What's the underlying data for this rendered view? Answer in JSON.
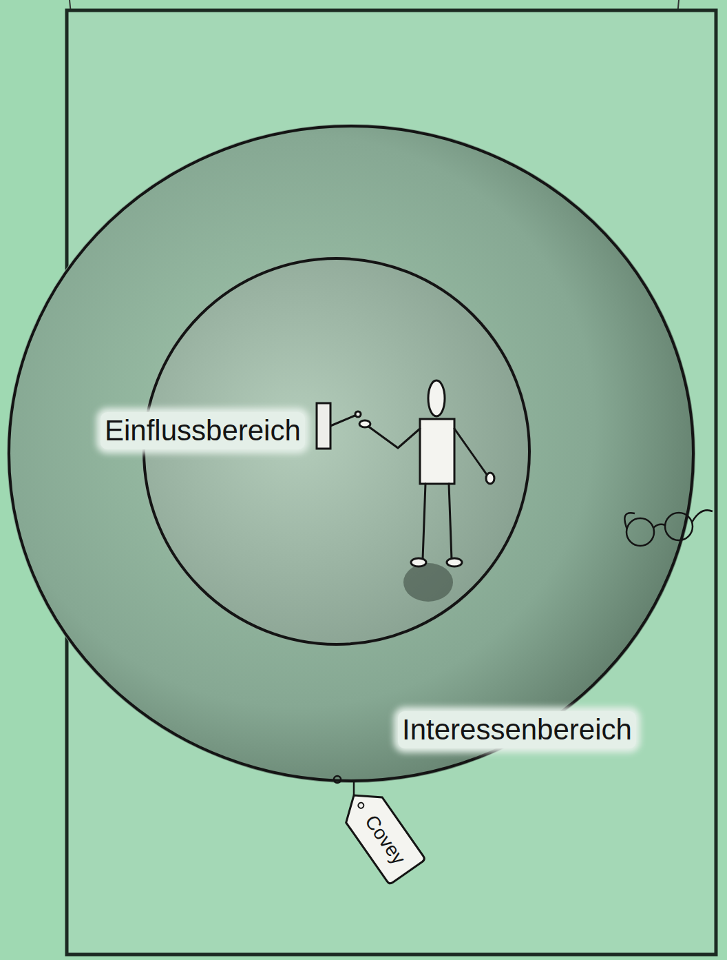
{
  "diagram": {
    "nodes": [
      {
        "text": [
          "Interessenbereich"
        ]
      },
      {
        "text": [
          "Einflussbereich"
        ],
        "in": 0
      },
      {
        "text": [
          "Covey"
        ]
      }
    ],
    "edges": [
      {
        "from": 2,
        "to": 0,
        "arrow": "none"
      }
    ]
  }
}
